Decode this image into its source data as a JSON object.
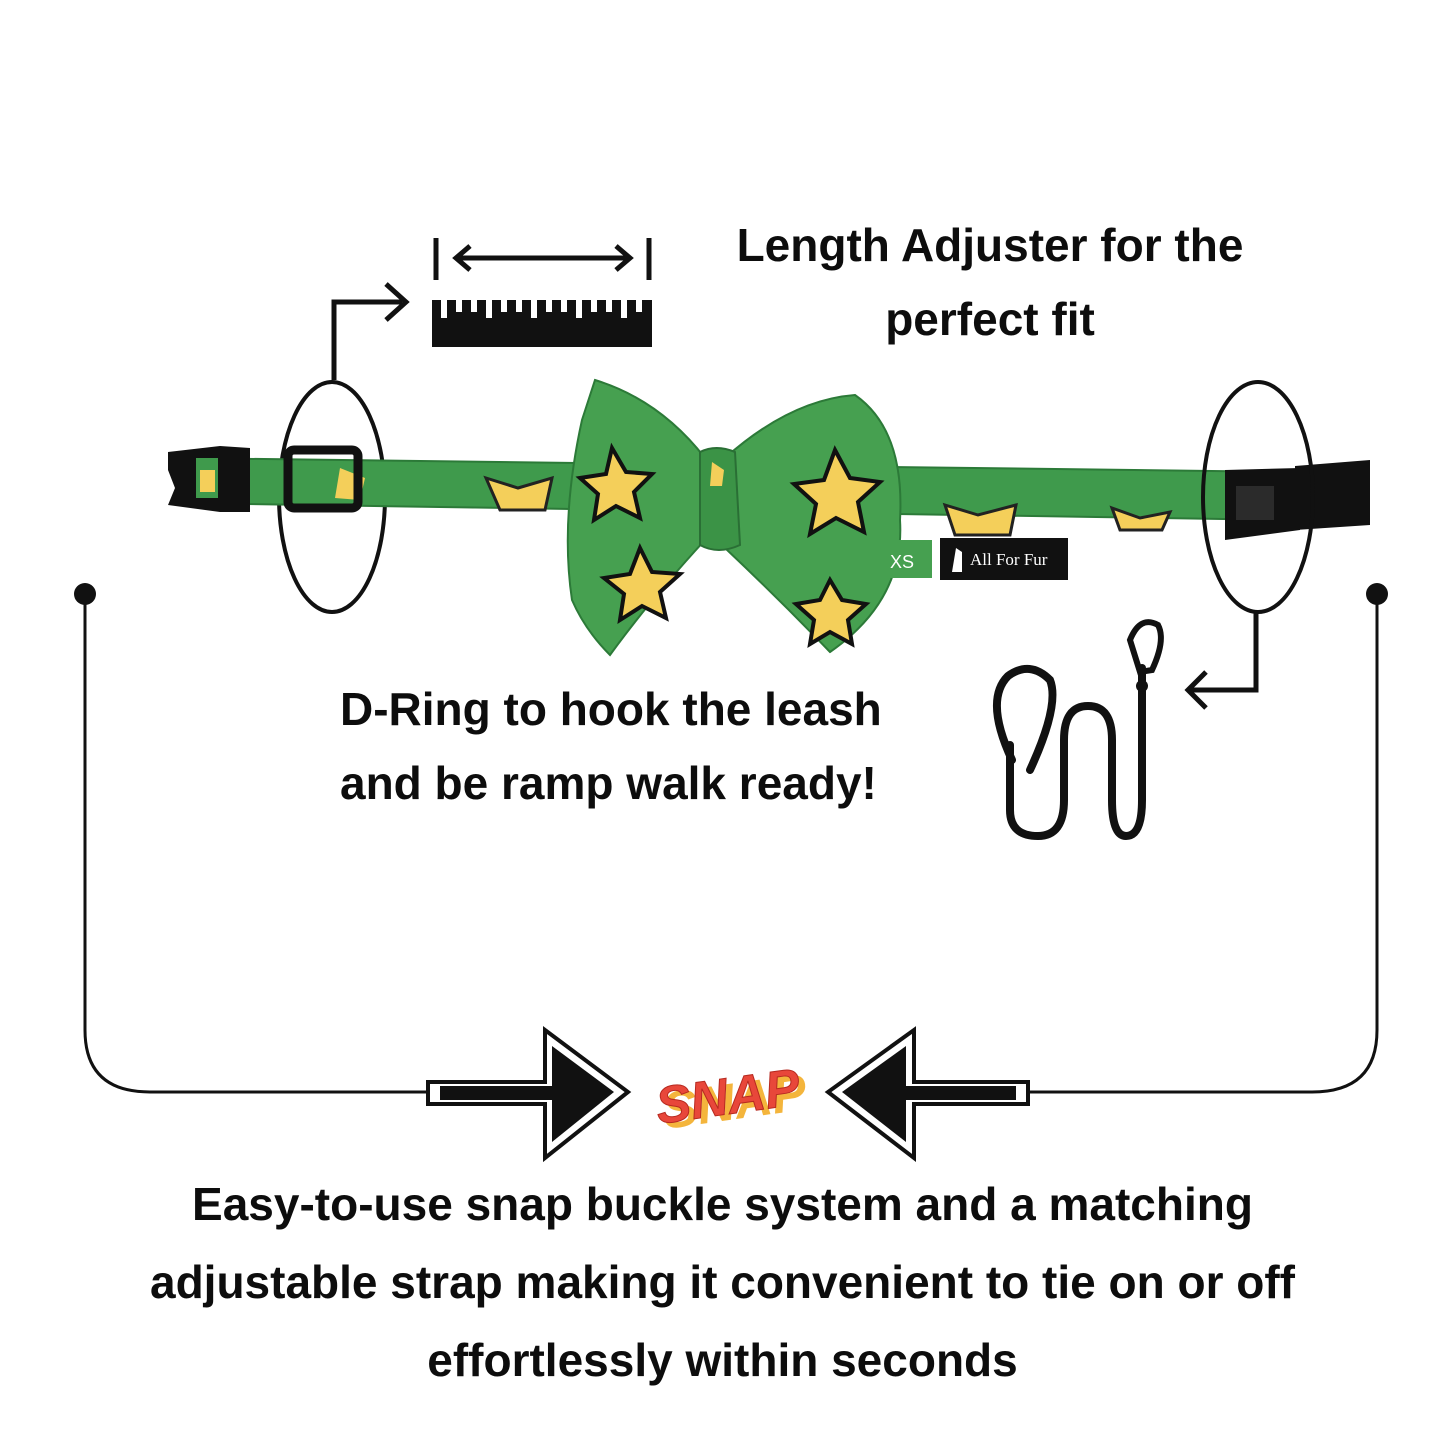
{
  "labels": {
    "length_adjuster_line1": "Length Adjuster for the",
    "length_adjuster_line2": "perfect fit",
    "d_ring_line1": "D-Ring to hook the leash",
    "d_ring_line2": "and be ramp walk ready!",
    "bottom_line1": "Easy-to-use snap buckle system and a matching",
    "bottom_line2": "adjustable strap making it convenient to tie on or off",
    "bottom_line3": "effortlessly within seconds",
    "snap_word": "SNAP"
  },
  "collar": {
    "size_tag": "XS",
    "brand_tag": "All For Fur"
  },
  "colors": {
    "strap_green": "#3f9a4c",
    "bow_green": "#46a050",
    "star_yellow": "#f4cf5a",
    "hardware_black": "#111111",
    "snap_red": "#e8473a",
    "snap_shadow": "#f4b53c"
  }
}
